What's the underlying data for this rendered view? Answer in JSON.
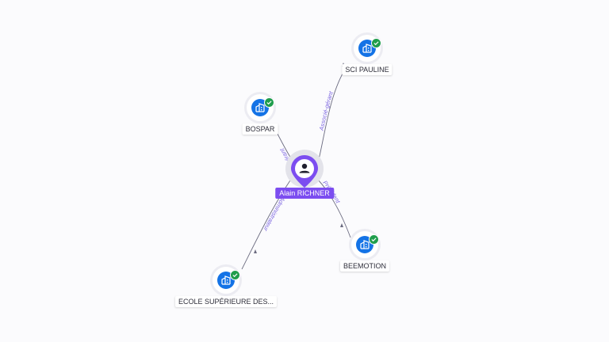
{
  "person": {
    "name": "Alain RICHNER",
    "icon": "person-icon",
    "color": "#7c4df0"
  },
  "companies": [
    {
      "name": "SCI PAULINE",
      "icon": "building-icon",
      "verified": true
    },
    {
      "name": "BOSPAR",
      "icon": "building-icon",
      "verified": true
    },
    {
      "name": "BEEMOTION",
      "icon": "building-icon",
      "verified": true
    },
    {
      "name": "ECOLE SUPÉRIEURE DES...",
      "icon": "building-icon",
      "verified": true
    }
  ],
  "relations": [
    {
      "label": "Associé-gérant",
      "target": "SCI PAULINE"
    },
    {
      "label": "Gérant",
      "target": "BOSPAR"
    },
    {
      "label": "Président",
      "target": "BEEMOTION"
    },
    {
      "label": "Administrateur",
      "target": "ECOLE SUPÉRIEURE DES..."
    }
  ],
  "colors": {
    "company": "#1473e6",
    "verified": "#1f9d4c",
    "edge_label": "#7a63e0"
  }
}
